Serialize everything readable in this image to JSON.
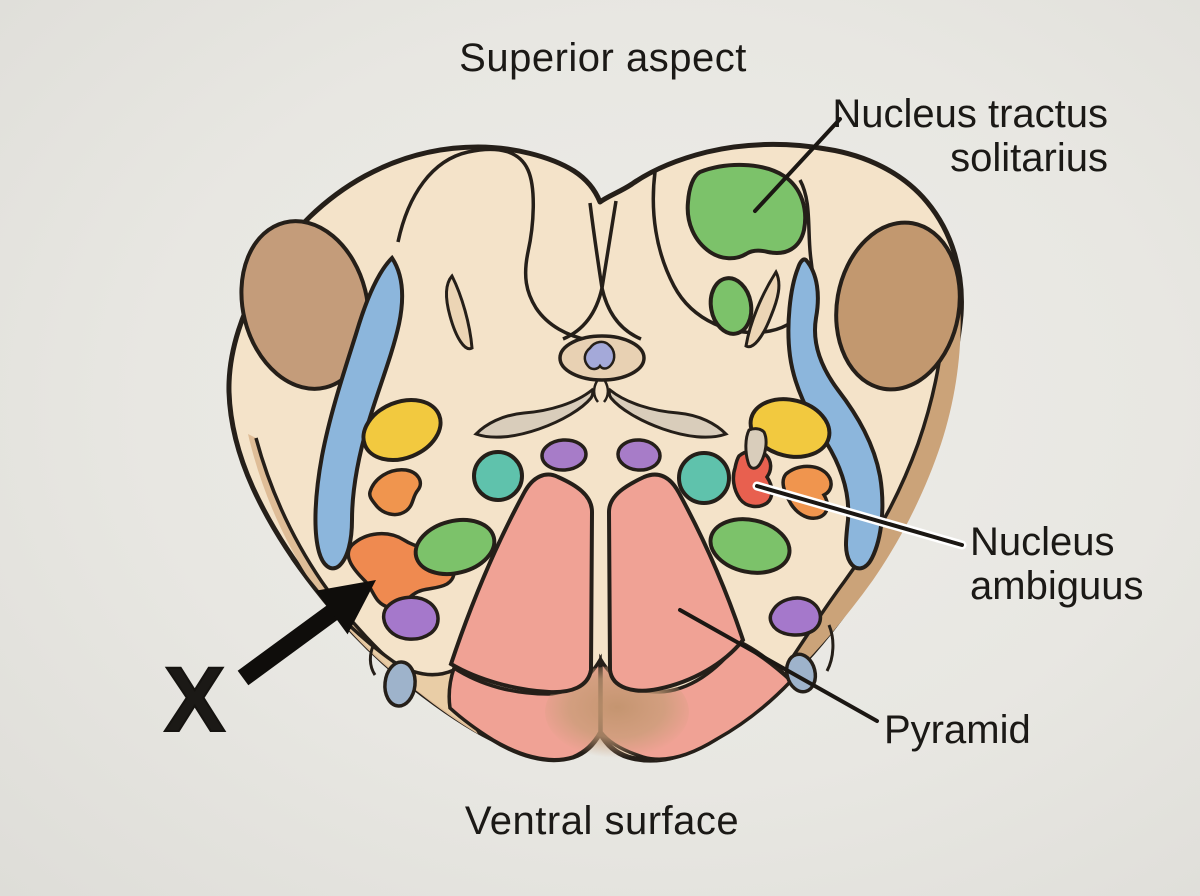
{
  "figure": {
    "top_caption": "Superior aspect",
    "bottom_caption": "Ventral surface"
  },
  "callouts": {
    "nucleus_tractus_solitarius": {
      "line1": "Nucleus tractus",
      "line2": "solitarius"
    },
    "nucleus_ambiguus": {
      "line1": "Nucleus",
      "line2": "ambiguus"
    },
    "pyramid": {
      "label": "Pyramid"
    },
    "x_marker": {
      "label": "X"
    }
  },
  "palette": {
    "background": "#e9e8e4",
    "body_tan": "#f4e3c9",
    "outline": "#251f19",
    "text": "#1b1916",
    "green_nucleus": "#7cc26a",
    "teal_nucleus": "#5fc2ac",
    "yellow_nucleus": "#f2c93f",
    "orange_nucleus": "#f0954e",
    "orange_x_target": "#ef8a50",
    "red_nucleus_ambiguus": "#e8604f",
    "purple_nucleus": "#a77cc8",
    "blue_tract": "#8cb6dc",
    "gray_blue_nucleus": "#9eb3cb",
    "lavender_central_canal": "#a4a9d9",
    "brown_peduncle": "#c49c7a",
    "rim_brown": "#cba379",
    "rim_tan": "#dfbd97",
    "pink_pyramid": "#f0a295",
    "front_brown": "#c2946e",
    "beige_fiber": "#d9cdbb"
  }
}
